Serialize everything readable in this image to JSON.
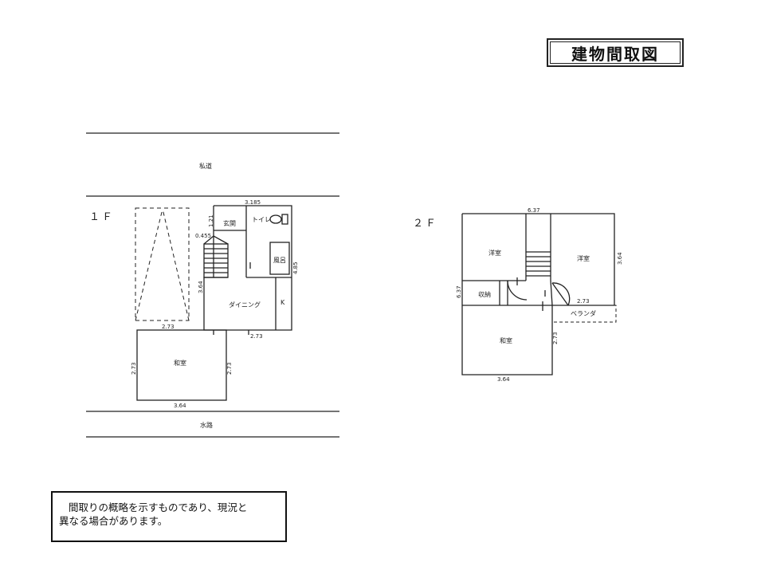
{
  "title": "建物間取図",
  "note": {
    "line1": "間取りの概略を示すものであり、現況と",
    "line2": "異なる場合があります。"
  },
  "floor1": {
    "label": "１Ｆ",
    "road_top": "私道",
    "road_bottom": "水路",
    "rooms": {
      "genkan": "玄関",
      "toilet": "トイレ",
      "bath": "風呂",
      "dining": "ダイニング",
      "kitchen": "K",
      "washitsu": "和室"
    },
    "dims": {
      "top": "3.185",
      "toilet_h": "1.21",
      "step": "0.455",
      "right_h": "4.85",
      "stair_h": "3.64",
      "parking_w": "2.73",
      "dining_w": "2.73",
      "washitsu_left": "2.73",
      "washitsu_right": "2.73",
      "washitsu_w": "3.64"
    }
  },
  "floor2": {
    "label": "２Ｆ",
    "rooms": {
      "youshitsu_left": "洋室",
      "youshitsu_right": "洋室",
      "shuno": "収納",
      "washitsu": "和室",
      "veranda": "ベランダ"
    },
    "dims": {
      "top": "6.37",
      "left": "6.37",
      "right": "3.64",
      "veranda_w": "2.73",
      "washitsu_right": "2.73",
      "washitsu_w": "3.64"
    }
  }
}
